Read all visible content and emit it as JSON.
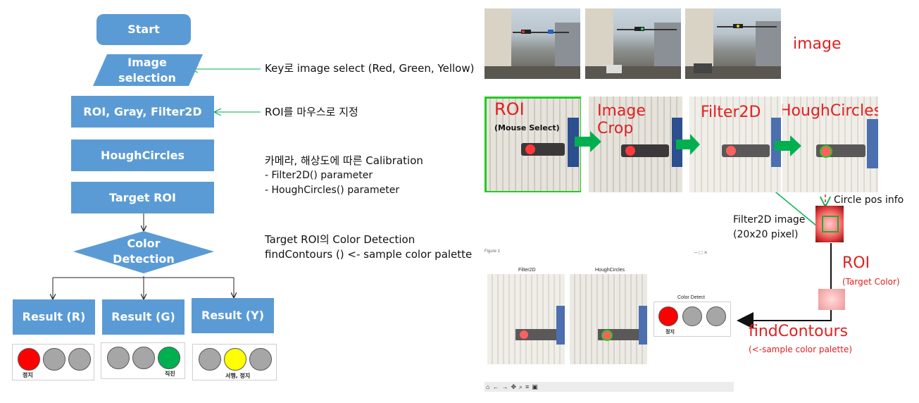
{
  "flowchart": {
    "start": "Start",
    "image_selection": [
      "Image",
      "selection"
    ],
    "roi_gray_filter": "ROI, Gray, Filter2D",
    "hough": "HoughCircles",
    "target_roi": "Target ROI",
    "color_detection": [
      "Color",
      "Detection"
    ],
    "result_r": "Result (R)",
    "result_g": "Result (G)",
    "result_y": "Result (Y)"
  },
  "notes": {
    "key_select": "Key로 image select (Red, Green, Yellow)",
    "roi_mouse": "ROI를 마우스로 지정",
    "calib_title": "카메라, 해상도에 따른 Calibration",
    "calib_filter": "- Filter2D() parameter",
    "calib_hough": "- HoughCircles() parameter",
    "target_color": "Target ROI의 Color Detection",
    "find_contours": "findContours () <- sample color palette"
  },
  "result_panels": {
    "r_caption": "정지",
    "g_caption": "직진",
    "y_caption": "서행, 정지"
  },
  "colors": {
    "box": "#5b9bd5",
    "red": "#ff0000",
    "green": "#00b050",
    "yellow": "#ffff00",
    "gray": "#a6a6a6",
    "label_red": "#e02020",
    "arrow_green": "#00b050"
  },
  "right": {
    "image_label": "image",
    "roi": "ROI",
    "mouse_select": "(Mouse Select)",
    "image_crop": "Image Crop",
    "filter2d": "Filter2D",
    "houghcircles": "HoughCircles",
    "circle_pos": "Circle pos info",
    "filter_image": [
      "Filter2D image",
      "(20x20 pixel)"
    ],
    "roi2": "ROI",
    "target_color": "(Target Color)",
    "find_contours": "findContours",
    "sample_palette": "(<-sample color palette)"
  },
  "figure_window": {
    "title": "Figure 1",
    "filter2d_title": "Filter2D",
    "hough_title": "HoughCircles",
    "color_detect_title": "Color Detect",
    "result_caption": "정지",
    "controls": "–  □  ×"
  }
}
